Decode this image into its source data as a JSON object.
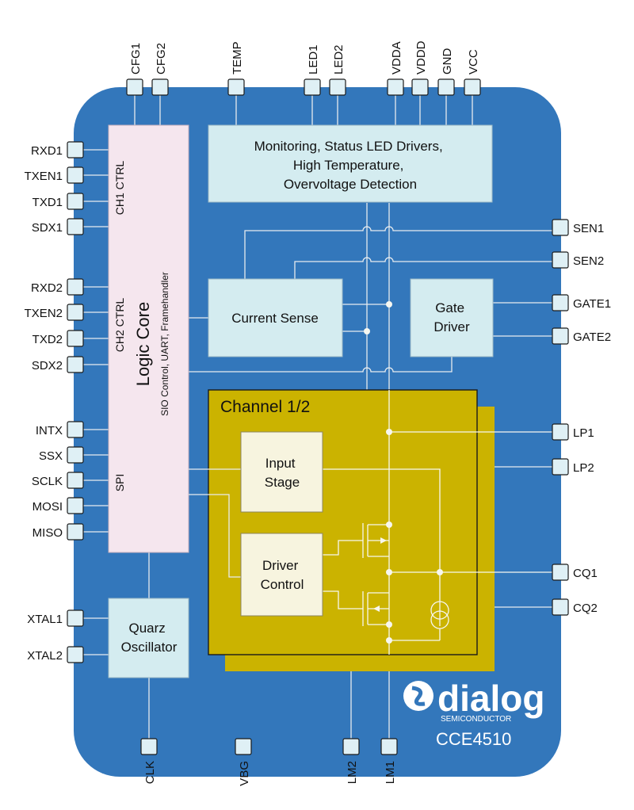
{
  "colors": {
    "chip_body": "#3377bb",
    "block_light_blue": "#d4ecf0",
    "logic_core_pink": "#f5e6ee",
    "channel_gold": "#cbb300",
    "stage_cream": "#f7f4df",
    "pin_fill": "#dff0f5",
    "wire": "#e8ecef"
  },
  "pins": {
    "left": [
      "RXD1",
      "TXEN1",
      "TXD1",
      "SDX1",
      "RXD2",
      "TXEN2",
      "TXD2",
      "SDX2",
      "INTX",
      "SSX",
      "SCLK",
      "MOSI",
      "MISO",
      "XTAL1",
      "XTAL2"
    ],
    "right": [
      "SEN1",
      "SEN2",
      "GATE1",
      "GATE2",
      "LP1",
      "LP2",
      "CQ1",
      "CQ2"
    ],
    "top": [
      "CFG1",
      "CFG2",
      "TEMP",
      "LED1",
      "LED2",
      "VDDA",
      "VDDD",
      "GND",
      "VCC"
    ],
    "bottom": [
      "CLK",
      "VBG",
      "LM2",
      "LM1"
    ]
  },
  "blocks": {
    "monitoring": [
      "Monitoring, Status LED Drivers,",
      "High Temperature,",
      "Overvoltage Detection"
    ],
    "logic_core_title": "Logic Core",
    "logic_core_subtitle": "SIO Control, UART, Framehandler",
    "ch1_ctrl": "CH1 CTRL",
    "ch2_ctrl": "CH2 CTRL",
    "spi": "SPI",
    "current_sense": "Current Sense",
    "gate_driver": [
      "Gate",
      "Driver"
    ],
    "channel_title": "Channel 1/2",
    "input_stage": [
      "Input",
      "Stage"
    ],
    "driver_control": [
      "Driver",
      "Control"
    ],
    "oscillator": [
      "Quarz",
      "Oscillator"
    ]
  },
  "brand": {
    "logo_name": "dialog",
    "logo_sub": "SEMICONDUCTOR",
    "part_number": "CCE4510"
  }
}
